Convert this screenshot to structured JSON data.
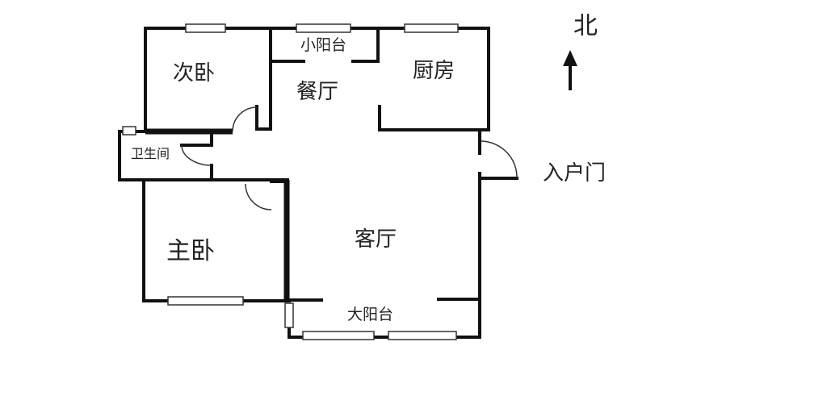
{
  "floorplan": {
    "compass": {
      "label": "北",
      "icon": "north-arrow-icon"
    },
    "rooms": {
      "second_bedroom": "次卧",
      "small_balcony": "小阳台",
      "dining_room": "餐厅",
      "kitchen": "厨房",
      "bathroom": "卫生间",
      "master_bedroom": "主卧",
      "living_room": "客厅",
      "large_balcony": "大阳台"
    },
    "entrance": "入户门",
    "colors": {
      "wall": "#111111",
      "background": "#ffffff",
      "text": "#222222"
    }
  }
}
